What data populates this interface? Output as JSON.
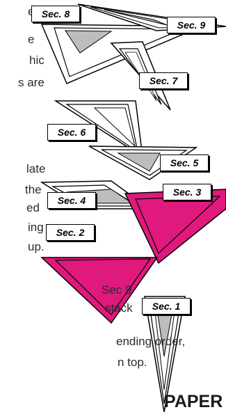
{
  "text_fragments": [
    "e",
    "e",
    "hic",
    "s are",
    "late",
    "the",
    "ed",
    "ing",
    "up.",
    "Sec 9",
    "stack",
    "ending order,",
    "n top."
  ],
  "title_fragment": "PAPER",
  "section_labels": [
    "Sec. 1",
    "Sec. 2",
    "Sec. 3",
    "Sec. 4",
    "Sec. 5",
    "Sec. 6",
    "Sec. 7",
    "Sec. 8",
    "Sec. 9"
  ],
  "colors": {
    "magenta": "#e0197d",
    "gray": "#bdbdbd",
    "outline": "#000000"
  }
}
